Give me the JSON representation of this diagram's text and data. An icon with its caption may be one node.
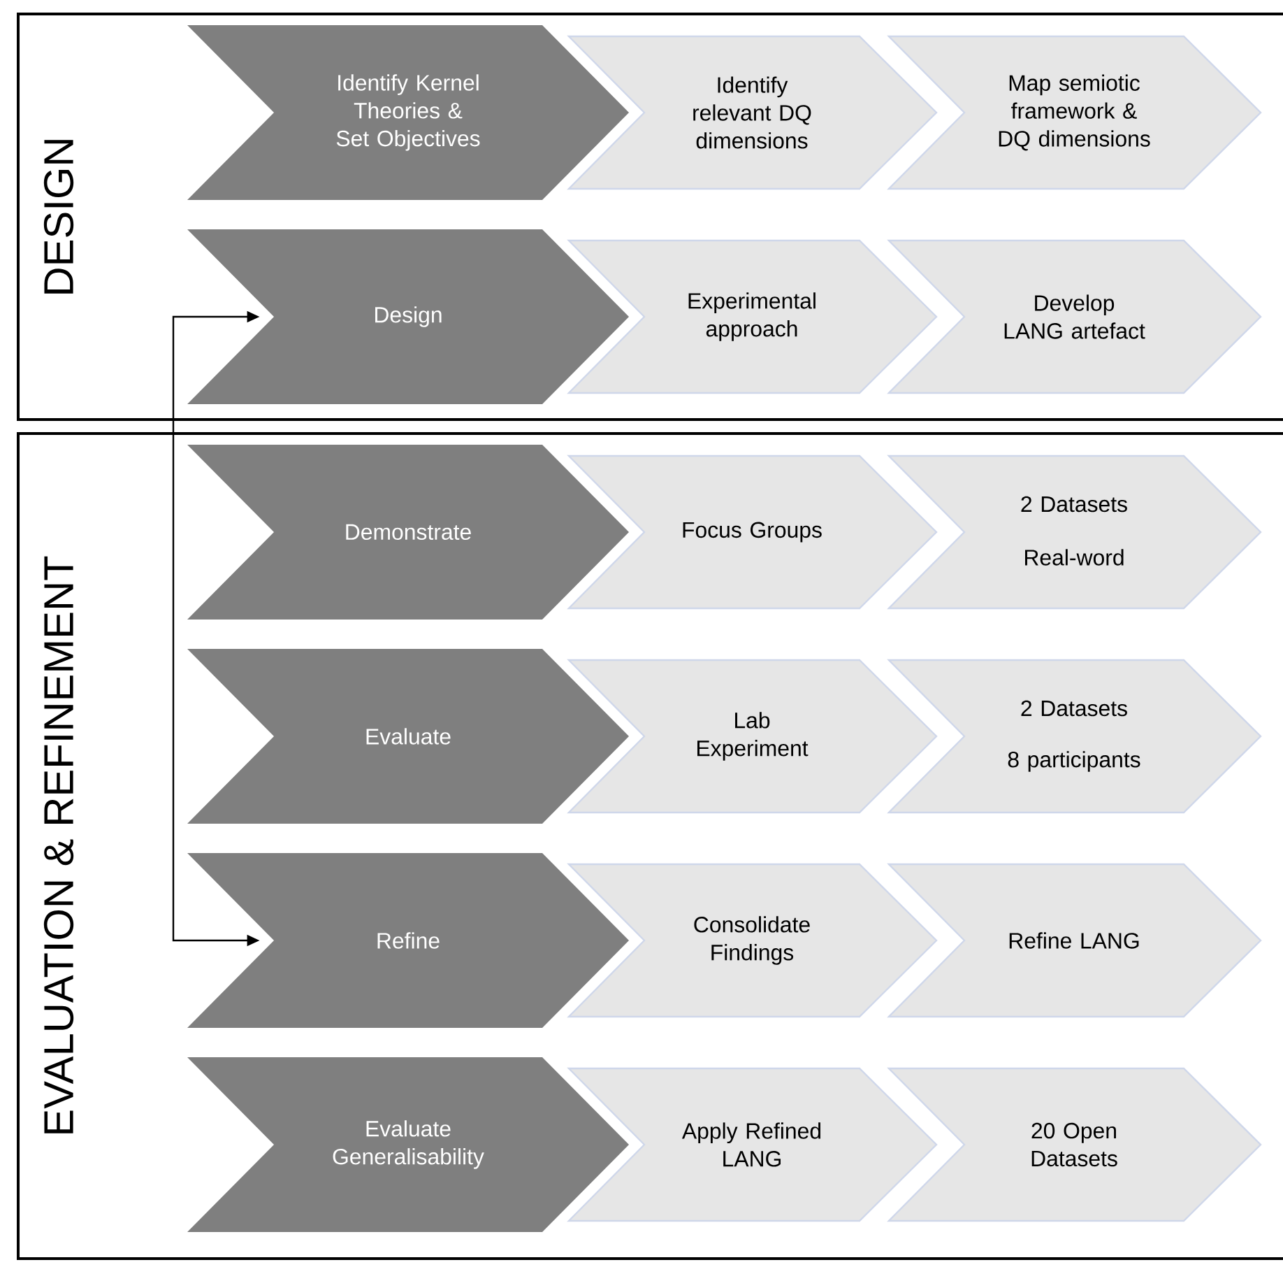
{
  "diagram": {
    "nodes": [
      {
        "text": [
          "DESIGN"
        ]
      },
      {
        "text": [
          "Identify Kernel Theories & Set Objectives"
        ],
        "in": 0
      },
      {
        "text": [
          "Identify relevant DQ dimensions"
        ],
        "in": 0
      },
      {
        "text": [
          "Map semiotic framework & DQ dimensions"
        ],
        "in": 0
      },
      {
        "text": [
          "Design"
        ],
        "in": 0
      },
      {
        "text": [
          "Experimental approach"
        ],
        "in": 0
      },
      {
        "text": [
          "Develop LANG artefact"
        ],
        "in": 0
      },
      {
        "text": [
          "EVALUATION & REFINEMENT"
        ]
      },
      {
        "text": [
          "Demonstrate"
        ],
        "in": 7
      },
      {
        "text": [
          "Focus Groups"
        ],
        "in": 7
      },
      {
        "text": [
          "2 Datasets",
          "Real-word"
        ],
        "in": 7
      },
      {
        "text": [
          "Evaluate"
        ],
        "in": 7
      },
      {
        "text": [
          "Lab Experiment"
        ],
        "in": 7
      },
      {
        "text": [
          "2 Datasets",
          "8 participants"
        ],
        "in": 7
      },
      {
        "text": [
          "Refine"
        ],
        "in": 7
      },
      {
        "text": [
          "Consolidate Findings"
        ],
        "in": 7
      },
      {
        "text": [
          "Refine LANG"
        ],
        "in": 7
      },
      {
        "text": [
          "Evaluate Generalisability"
        ],
        "in": 7
      },
      {
        "text": [
          "Apply Refined LANG"
        ],
        "in": 7
      },
      {
        "text": [
          "20 Open Datasets"
        ],
        "in": 7
      }
    ],
    "edges": [
      {
        "from": 4,
        "to": 14,
        "arrow": "both"
      }
    ]
  }
}
